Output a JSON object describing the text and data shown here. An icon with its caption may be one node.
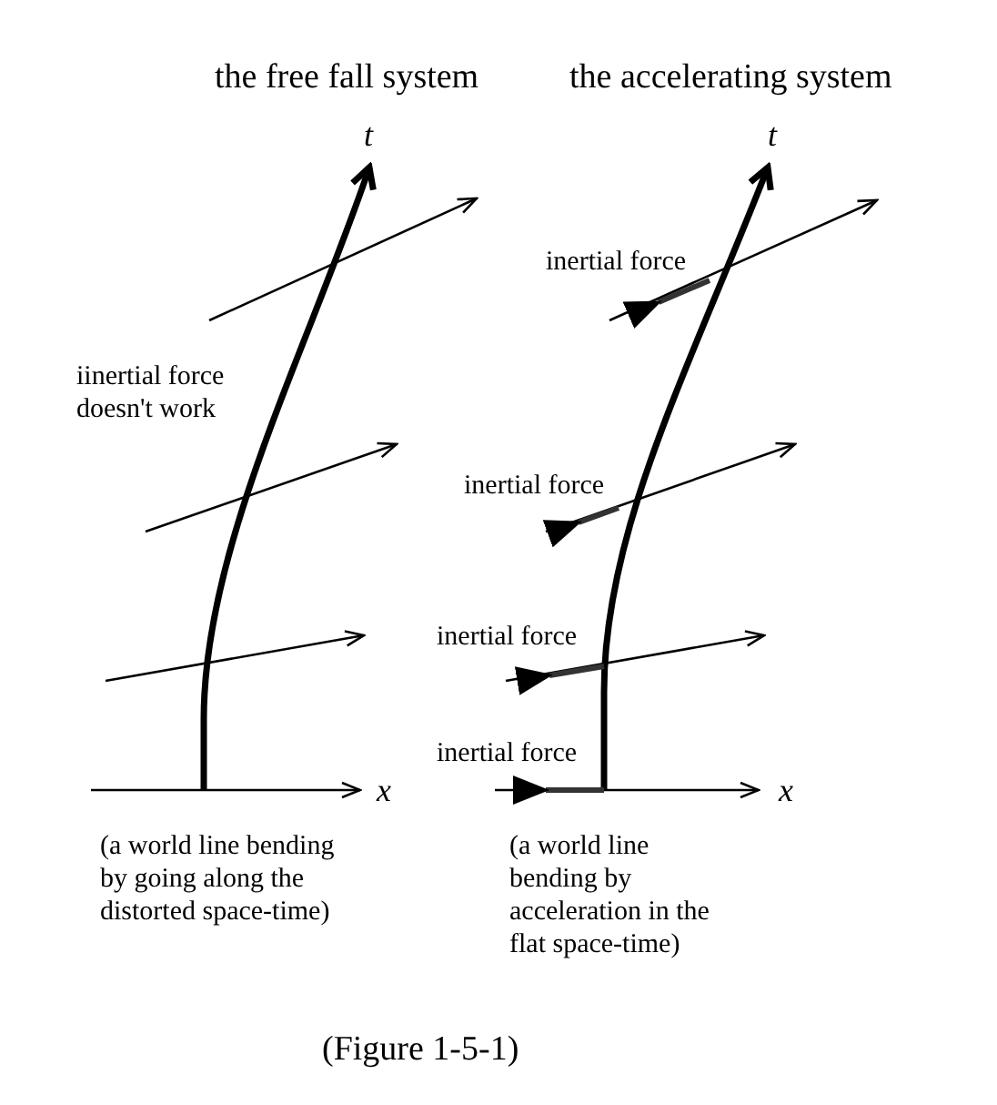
{
  "diagram": {
    "caption": "(Figure 1-5-1)",
    "labels": [
      "the free fall system",
      "the accelerating system",
      "t",
      "t",
      "inertial force",
      "iinertial force doesn't work",
      "inertial force",
      "inertial force",
      "inertial force",
      "x",
      "x",
      "(a world line bending by going along the distorted space-time)",
      "(a world line bending by acceleration in the flat space-time)"
    ]
  }
}
